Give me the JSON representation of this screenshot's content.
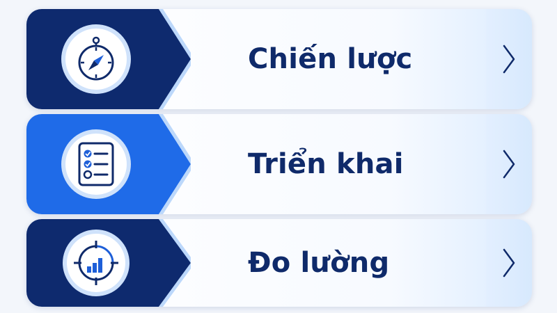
{
  "menu": {
    "items": [
      {
        "label": "Chiến lược",
        "icon": "compass-icon",
        "panel_color": "#0e2a6e",
        "accent_color": "#1e5fd8"
      },
      {
        "label": "Triển khai",
        "icon": "checklist-icon",
        "panel_color": "#1f6be8",
        "accent_color": "#1e5fd8"
      },
      {
        "label": "Đo lường",
        "icon": "target-chart-icon",
        "panel_color": "#0e2a6e",
        "accent_color": "#1e5fd8"
      }
    ],
    "chevron_icon": "chevron-right-icon",
    "text_color": "#0f2a6a"
  }
}
